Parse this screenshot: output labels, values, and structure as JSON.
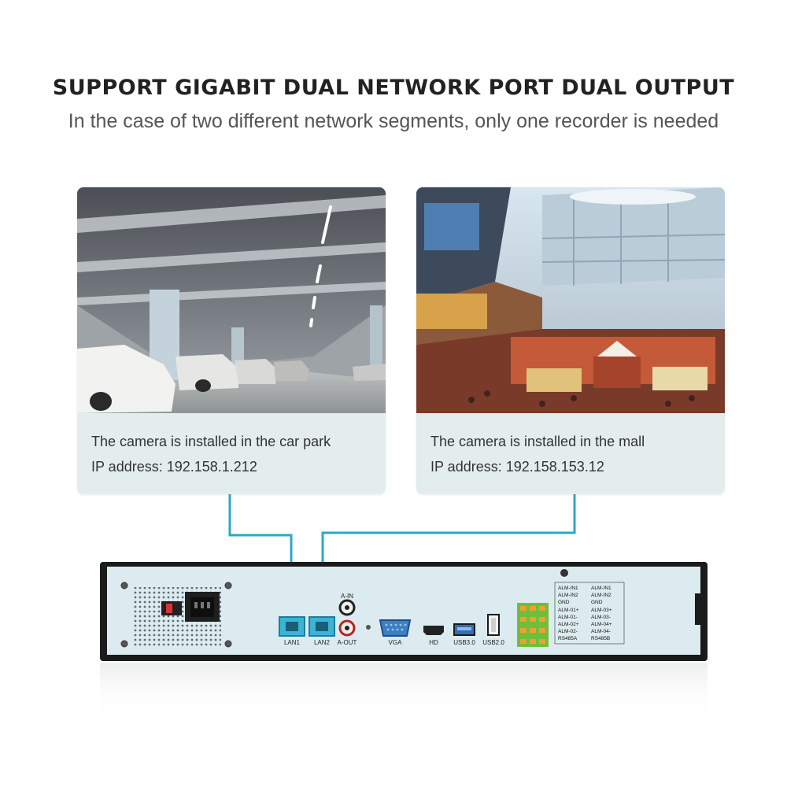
{
  "header": {
    "title": "SUPPORT GIGABIT DUAL NETWORK PORT DUAL OUTPUT",
    "subtitle": "In the case of two different network segments, only one recorder is needed"
  },
  "cards": [
    {
      "caption": "The camera is installed in the car park",
      "ip": "IP address: 192.158.1.212"
    },
    {
      "caption": "The camera is installed in the mall",
      "ip": "IP address: 192.158.153.12"
    }
  ],
  "ports": {
    "lan1": "LAN1",
    "lan2": "LAN2",
    "audio_in": "A-IN",
    "audio_out": "A-OUT",
    "vga": "VGA",
    "hd": "HD",
    "usb3": "USB3.0",
    "usb2": "USB2.0"
  },
  "alarm_labels": {
    "col1": [
      "ALM-IN1",
      "ALM-IN2",
      "GND",
      "ALM-01+",
      "ALM-01-",
      "ALM-02+",
      "ALM-02-",
      "RS485A"
    ],
    "col2": [
      "ALM-IN1",
      "ALM-IN2",
      "GND",
      "ALM-03+",
      "ALM-03-",
      "ALM-04+",
      "ALM-04-",
      "RS485B"
    ]
  },
  "colors": {
    "cable": "#2ba8c6",
    "card_bg": "#e3eeec",
    "panel": "#dcebef",
    "chassis": "#1b1b1b"
  }
}
